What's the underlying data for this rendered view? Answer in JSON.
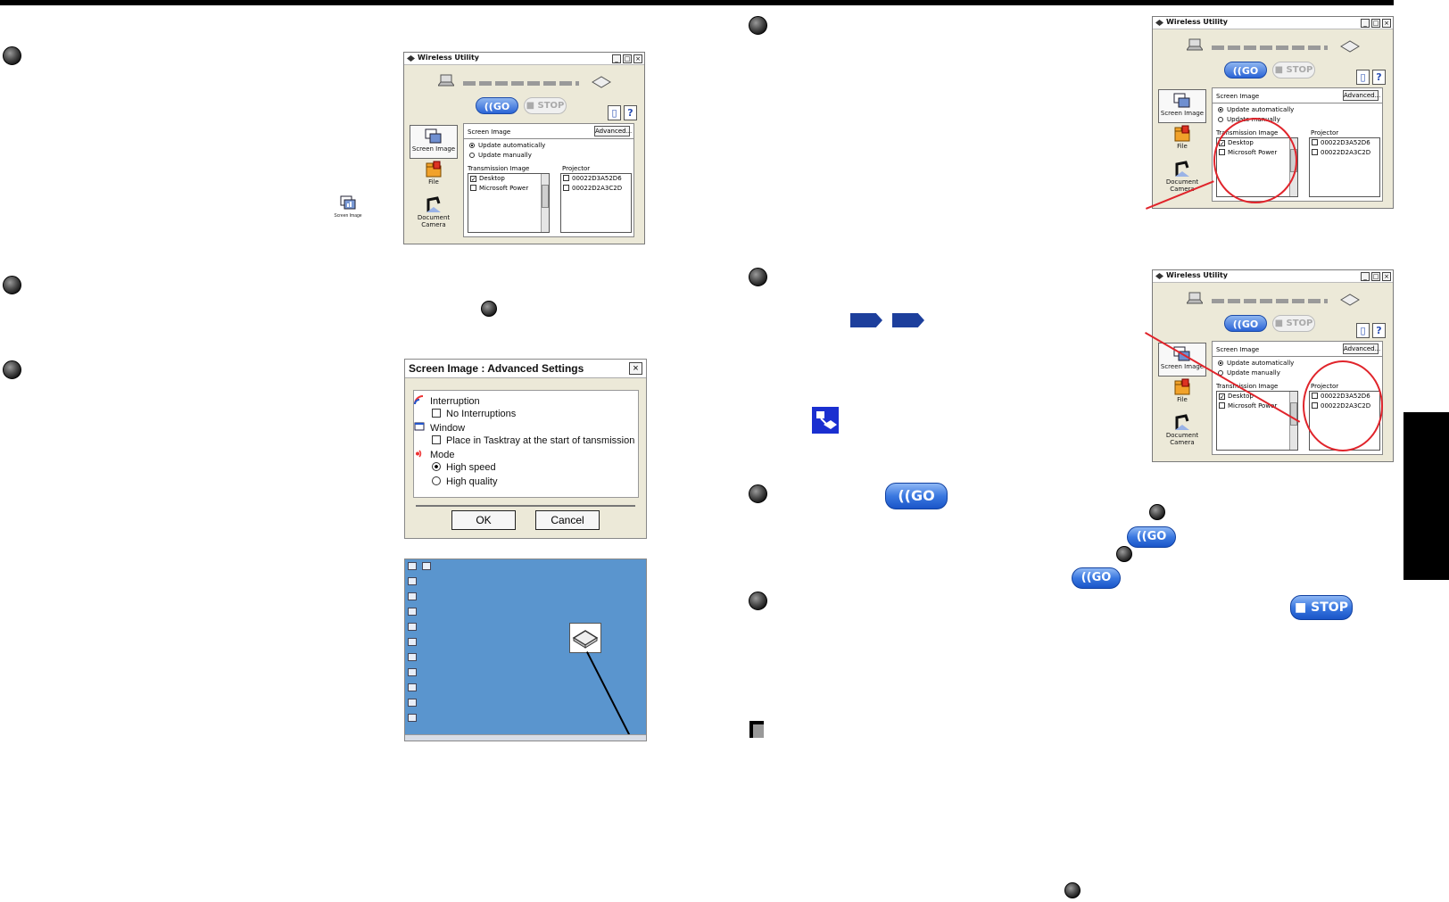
{
  "window_title": "Wireless Utility",
  "window_controls": {
    "minimize": "_",
    "maximize": "□",
    "close": "×"
  },
  "go_label": "GO",
  "stop_label": "STOP",
  "help_label": "?",
  "sidebar": {
    "items": [
      {
        "label": "Screen Image"
      },
      {
        "label": "File"
      },
      {
        "label": "Document Camera"
      }
    ]
  },
  "panel": {
    "heading": "Screen Image",
    "advanced_button": "Advanced...",
    "radio_auto": "Update automatically",
    "radio_manual": "Update manually",
    "transmission_label": "Transmission Image",
    "transmission_items": [
      "Desktop",
      "Microsoft Power"
    ],
    "projector_label": "Projector",
    "projector_items": [
      "00022D3A52D6",
      "00022D2A3C2D"
    ]
  },
  "small_icon_label": "Screen Image",
  "dialog": {
    "title": "Screen Image : Advanced Settings",
    "close": "×",
    "interruption_label": "Interruption",
    "no_interruptions": "No Interruptions",
    "window_label": "Window",
    "tasktray_option": "Place in Tasktray at the start of tansmission",
    "mode_label": "Mode",
    "high_speed": "High speed",
    "high_quality": "High quality",
    "ok": "OK",
    "cancel": "Cancel"
  },
  "colors": {
    "accent_red": "#e0242b",
    "go_blue": "#2a64d6",
    "desktop_blue": "#5a95ce",
    "nav_chevron": "#1d3f9c"
  },
  "icons": [
    "laptop-icon",
    "projector-icon",
    "network-icon",
    "note-icon"
  ]
}
